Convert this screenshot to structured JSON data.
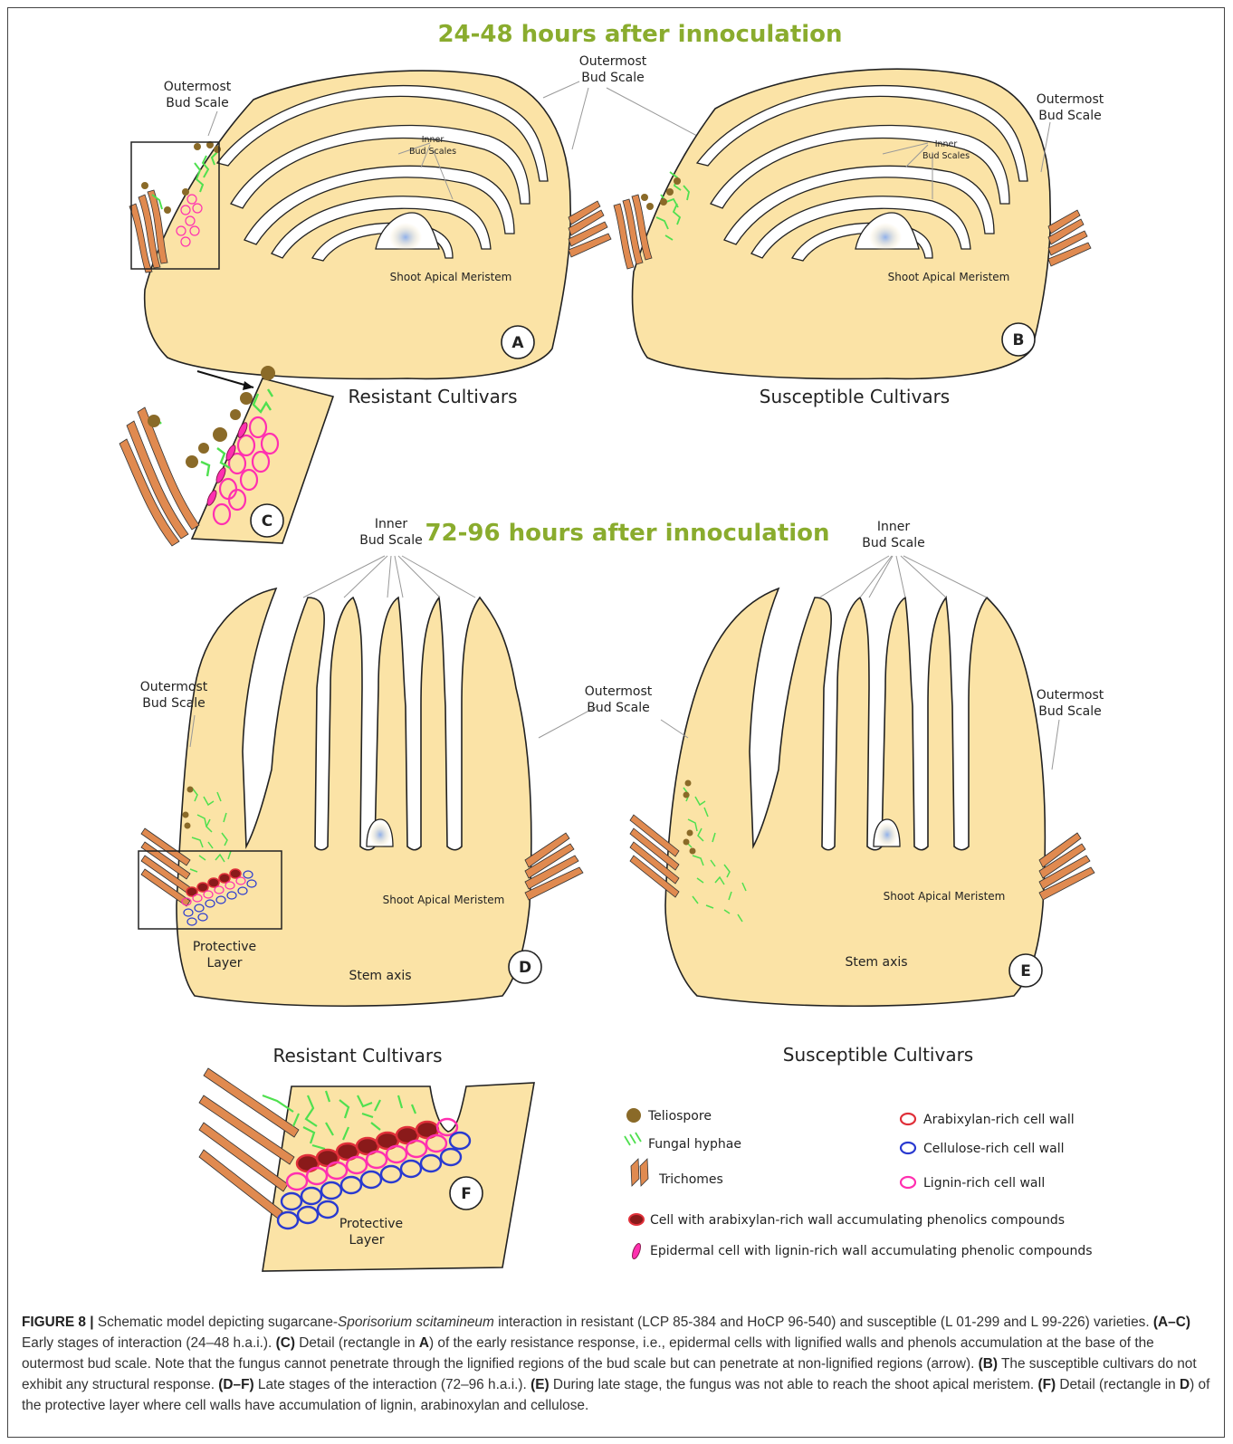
{
  "titles": {
    "early": "24-48 hours after innoculation",
    "late": "72-96 hours after innoculation"
  },
  "labels": {
    "outermost_bud_scale_1": "Outermost",
    "outermost_bud_scale_2": "Bud Scale",
    "inner_bud_scales_1": "Inner",
    "inner_bud_scales_2": "Bud Scales",
    "inner_bud_scale_1": "Inner",
    "inner_bud_scale_2": "Bud Scale",
    "shoot_apical_meristem": "Shoot Apical Meristem",
    "stem_axis": "Stem axis",
    "protective_layer_1": "Protective",
    "protective_layer_2": "Layer",
    "resistant": "Resistant Cultivars",
    "susceptible": "Susceptible Cultivars"
  },
  "panels": [
    "A",
    "B",
    "C",
    "D",
    "E",
    "F"
  ],
  "legend": {
    "teliospore": "Teliospore",
    "fungal_hyphae": "Fungal hyphae",
    "trichomes": "Trichomes",
    "arabixylan": "Arabixylan-rich cell wall",
    "cellulose": "Cellulose-rich cell wall",
    "lignin": "Lignin-rich  cell wall",
    "phenolic_arabixylan": "Cell with arabixylan-rich wall  accumulating phenolics compounds",
    "phenolic_epidermal": "Epidermal cell with lignin-rich wall accumulating phenolic compounds"
  },
  "colors": {
    "tissue": "#fbe3a6",
    "title_green": "#8aac2e",
    "hyphae": "#4fe04f",
    "trichome": "#e08a50",
    "teliospore": "#8a6a28",
    "arabixylan": "#e0303a",
    "cellulose": "#2a3ad0",
    "lignin": "#ff30b0",
    "meristem": "#a8c0ec"
  },
  "caption": {
    "label": "FIGURE 8 |",
    "s1": " Schematic model depicting sugarcane-",
    "species": "Sporisorium scitamineum",
    "s2": " interaction in resistant (LCP 85-384 and HoCP 96-540) and susceptible (L 01-299 and L 99-226) varieties. ",
    "b_ac": "(A–C)",
    "s3": " Early stages of interaction (24–48 h.a.i.). ",
    "b_c": "(C)",
    "s4": " Detail (rectangle in ",
    "b_a": "A",
    "s5": ") of the early resistance response, i.e., epidermal cells with lignified walls and phenols accumulation at the base of the outermost bud scale. Note that the fungus cannot penetrate through the lignified regions of the bud scale but can penetrate at non-lignified regions (arrow). ",
    "b_b": "(B)",
    "s6": " The susceptible cultivars do not exhibit any structural response. ",
    "b_df": "(D–F)",
    "s7": " Late stages of the interaction (72–96 h.a.i.). ",
    "b_e": "(E)",
    "s8": " During late stage, the fungus was not able to reach the shoot apical meristem. ",
    "b_f": "(F)",
    "s9": " Detail (rectangle in ",
    "b_d": "D",
    "s10": ") of the protective layer where cell walls have accumulation of lignin, arabinoxylan and cellulose."
  }
}
